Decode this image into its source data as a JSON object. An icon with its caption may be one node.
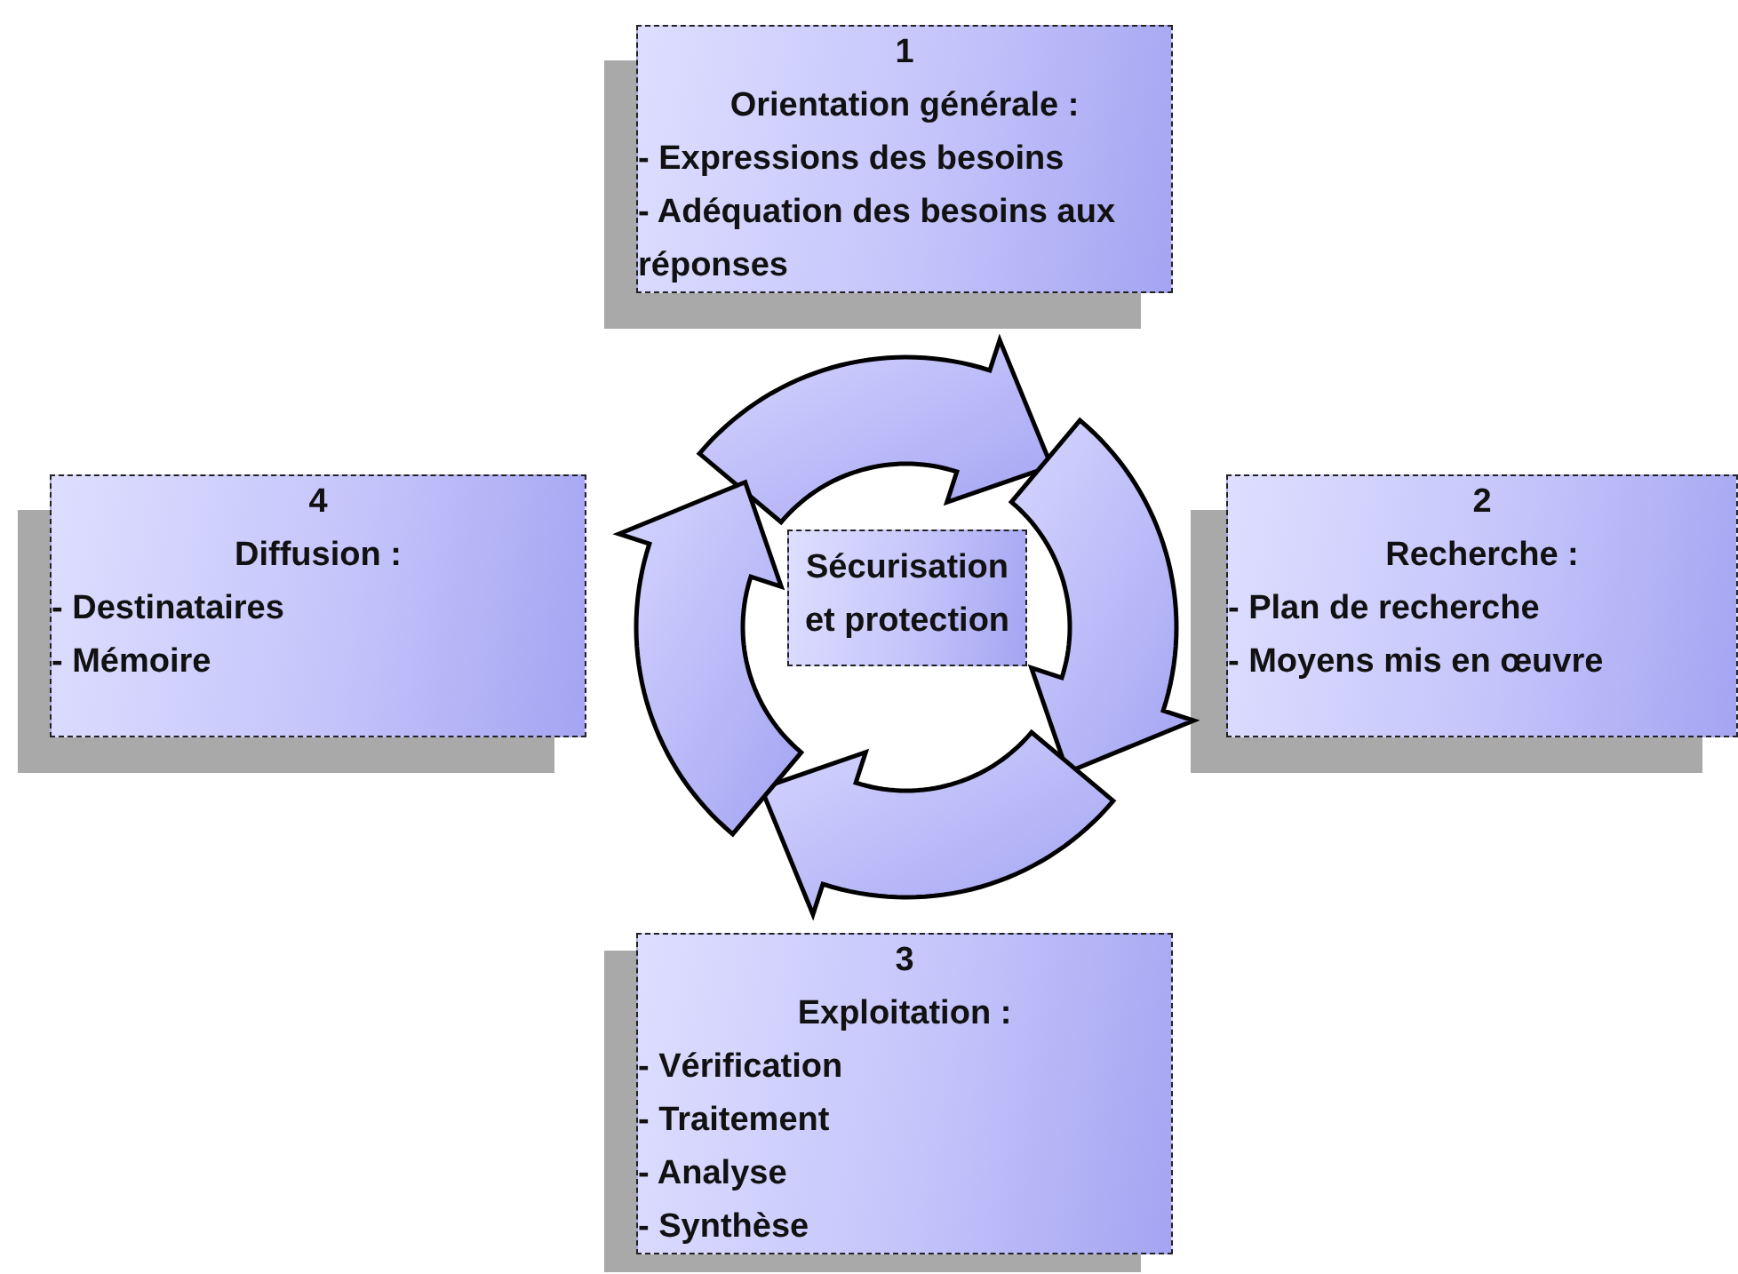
{
  "diagram": {
    "nodes": [
      {
        "text": [
          "1",
          "Orientation générale :",
          "- Expressions des besoins",
          "- Adéquation des besoins aux réponses"
        ]
      },
      {
        "text": [
          "2",
          "Recherche :",
          "- Plan de recherche",
          "- Moyens mis en œuvre"
        ]
      },
      {
        "text": [
          "3",
          "Exploitation :",
          "- Vérification",
          "- Traitement",
          "- Analyse",
          "- Synthèse"
        ]
      },
      {
        "text": [
          "4",
          "Diffusion :",
          "- Destinataires",
          "- Mémoire"
        ]
      },
      {
        "text": [
          "Sécurisation et protection"
        ]
      }
    ]
  }
}
